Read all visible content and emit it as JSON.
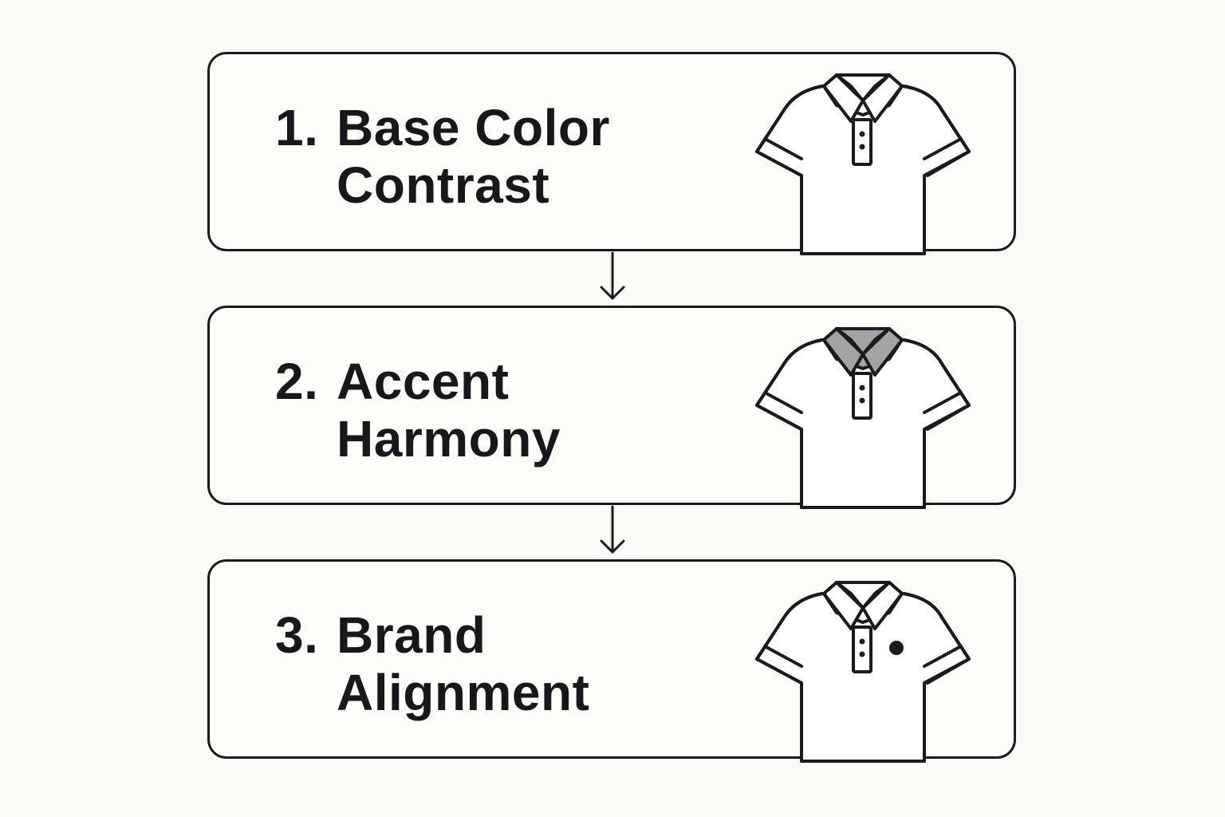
{
  "steps": [
    {
      "number": "1.",
      "title_line1": "Base Color",
      "title_line2": "Contrast",
      "icon": "polo-shirt-icon",
      "collar_color": "#ffffff",
      "has_logo_dot": false
    },
    {
      "number": "2.",
      "title_line1": "Accent",
      "title_line2": "Harmony",
      "icon": "polo-shirt-accent-collar-icon",
      "collar_color": "#a3a3a3",
      "has_logo_dot": false
    },
    {
      "number": "3.",
      "title_line1": "Brand",
      "title_line2": "Alignment",
      "icon": "polo-shirt-logo-icon",
      "collar_color": "#ffffff",
      "has_logo_dot": true
    }
  ],
  "connectors": [
    "arrow-down-icon",
    "arrow-down-icon"
  ],
  "colors": {
    "background": "#fbfaf6",
    "stroke": "#1a1b1f",
    "accent_collar": "#a3a3a3"
  }
}
